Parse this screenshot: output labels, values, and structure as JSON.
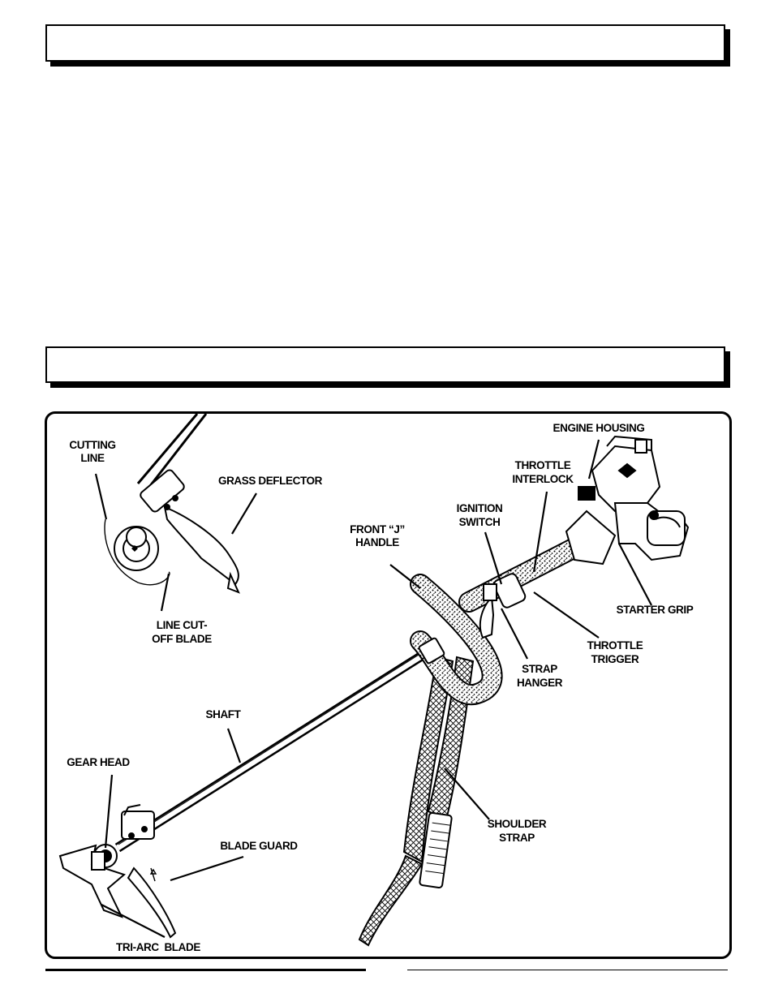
{
  "header_box": {
    "title": ""
  },
  "section_box": {
    "title": ""
  },
  "labels": {
    "cutting_line": [
      "CUTTING",
      "LINE"
    ],
    "grass_deflector": "GRASS DEFLECTOR",
    "line_cutoff_blade": [
      "LINE CUT-",
      "OFF BLADE"
    ],
    "engine_housing": "ENGINE HOUSING",
    "throttle_interlock": [
      "THROTTLE",
      "INTERLOCK"
    ],
    "ignition_switch": [
      "IGNITION",
      "SWITCH"
    ],
    "front_j_handle": [
      "FRONT “J”",
      "HANDLE"
    ],
    "starter_grip": "STARTER GRIP",
    "throttle_trigger": [
      "THROTTLE",
      "TRIGGER"
    ],
    "strap_hanger": [
      "STRAP",
      "HANGER"
    ],
    "shaft": "SHAFT",
    "gear_head": "GEAR HEAD",
    "blade_guard": "BLADE GUARD",
    "shoulder_strap": [
      "SHOULDER",
      "STRAP"
    ],
    "tri_arc_blade": "TRI-ARC  BLADE"
  }
}
